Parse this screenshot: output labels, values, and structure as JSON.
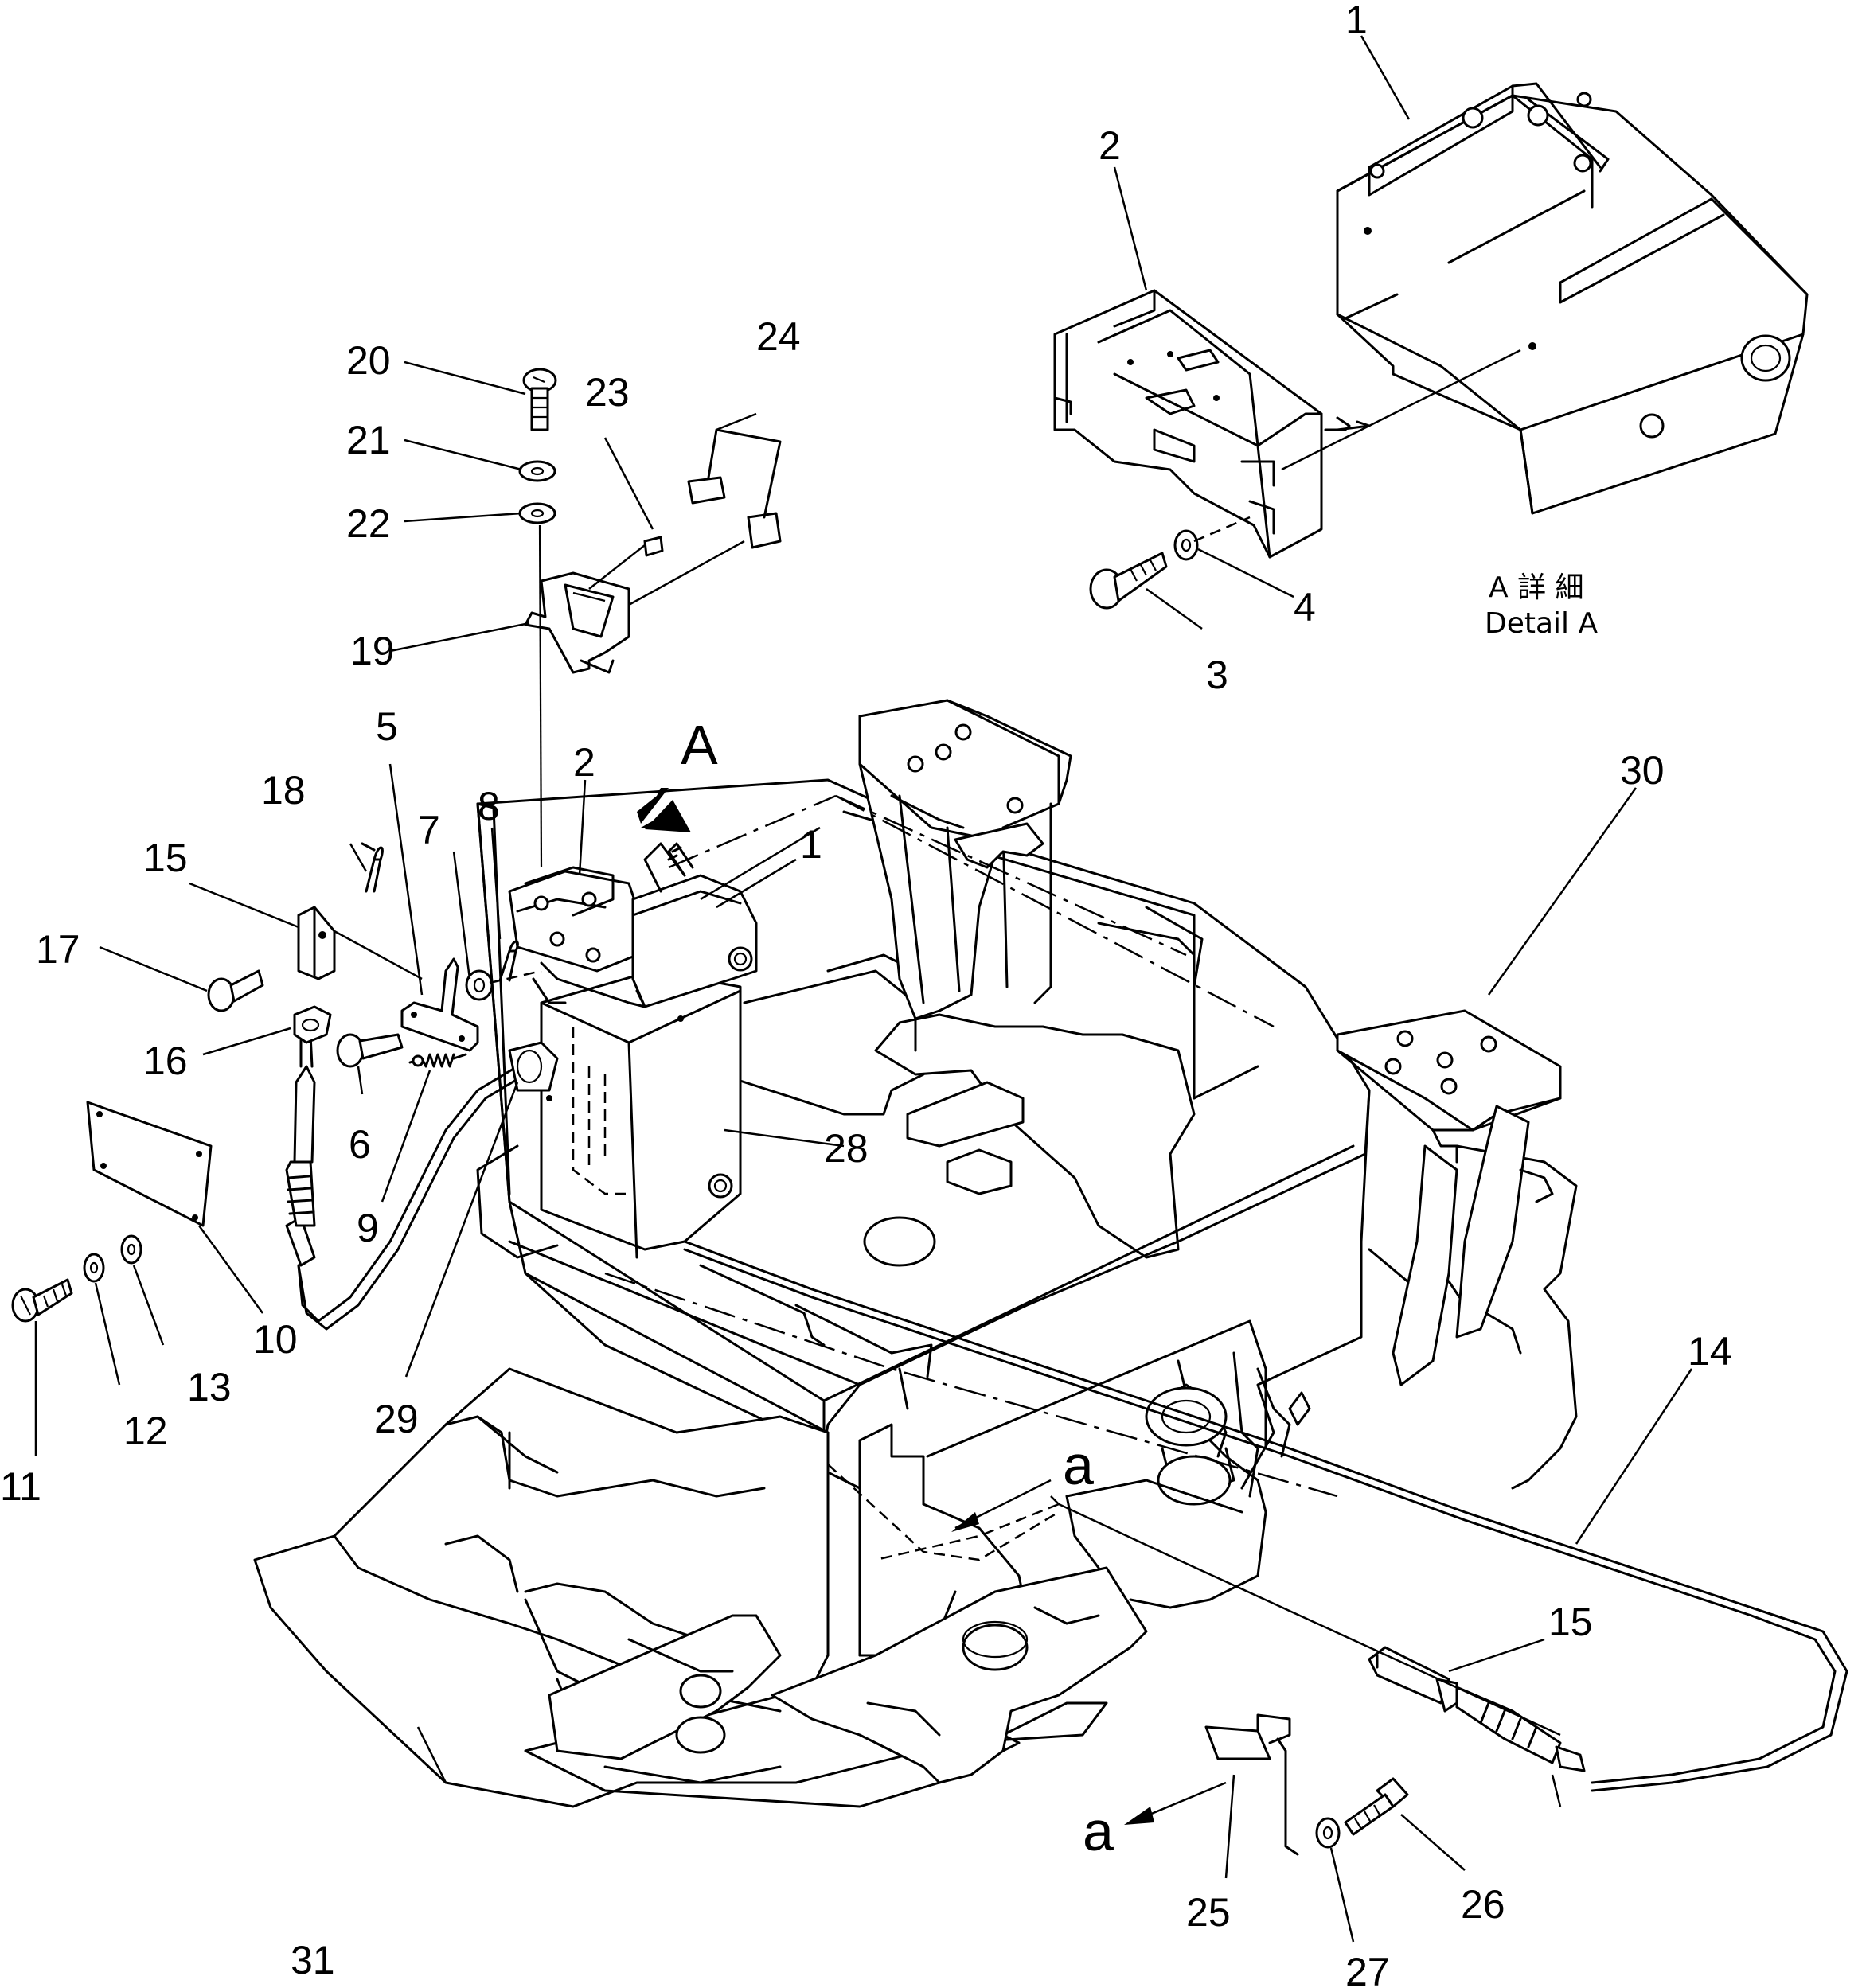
{
  "diagram": {
    "callouts": [
      {
        "id": "c1a",
        "text": "1"
      },
      {
        "id": "c2a",
        "text": "2"
      },
      {
        "id": "c3",
        "text": "3"
      },
      {
        "id": "c4",
        "text": "4"
      },
      {
        "id": "c1b",
        "text": "1"
      },
      {
        "id": "c2b",
        "text": "2"
      },
      {
        "id": "c5",
        "text": "5"
      },
      {
        "id": "c6",
        "text": "6"
      },
      {
        "id": "c7",
        "text": "7"
      },
      {
        "id": "c8",
        "text": "8"
      },
      {
        "id": "c9",
        "text": "9"
      },
      {
        "id": "c10",
        "text": "10"
      },
      {
        "id": "c11",
        "text": "11"
      },
      {
        "id": "c12",
        "text": "12"
      },
      {
        "id": "c13",
        "text": "13"
      },
      {
        "id": "c14",
        "text": "14"
      },
      {
        "id": "c15a",
        "text": "15"
      },
      {
        "id": "c15b",
        "text": "15"
      },
      {
        "id": "c16",
        "text": "16"
      },
      {
        "id": "c17",
        "text": "17"
      },
      {
        "id": "c18",
        "text": "18"
      },
      {
        "id": "c19",
        "text": "19"
      },
      {
        "id": "c20",
        "text": "20"
      },
      {
        "id": "c21",
        "text": "21"
      },
      {
        "id": "c22",
        "text": "22"
      },
      {
        "id": "c23",
        "text": "23"
      },
      {
        "id": "c24",
        "text": "24"
      },
      {
        "id": "c25",
        "text": "25"
      },
      {
        "id": "c26",
        "text": "26"
      },
      {
        "id": "c27",
        "text": "27"
      },
      {
        "id": "c28",
        "text": "28"
      },
      {
        "id": "c29",
        "text": "29"
      },
      {
        "id": "c30",
        "text": "30"
      },
      {
        "id": "c31",
        "text": "31"
      }
    ],
    "view_markers": {
      "view_A": "A",
      "arrow_a_upper": "a",
      "arrow_a_lower": "a"
    },
    "detail_caption": {
      "line1": "A 詳 細",
      "line2": "Detail A"
    }
  }
}
